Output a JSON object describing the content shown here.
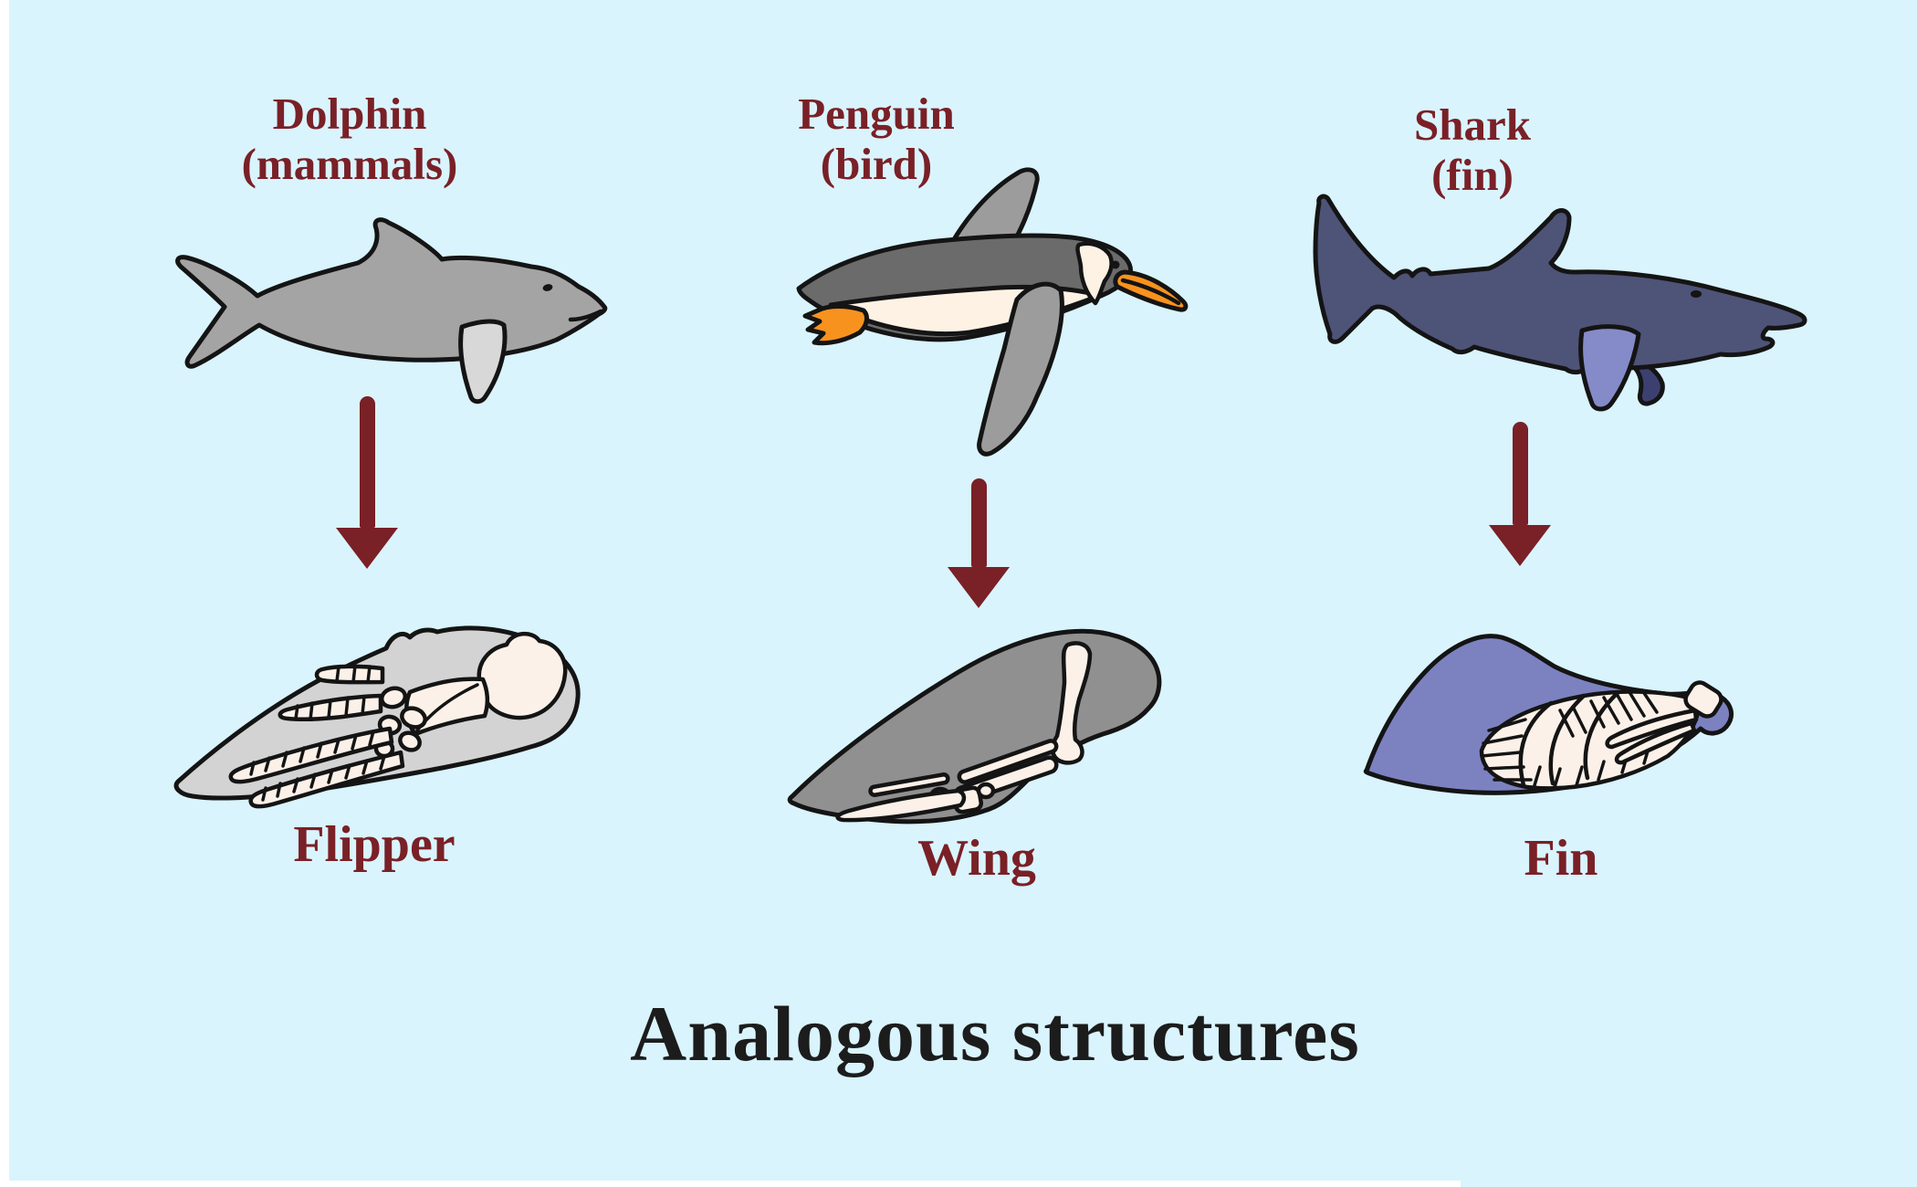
{
  "title": "Analogous structures",
  "columns": [
    {
      "animal_name": "Dolphin",
      "animal_group": "(mammals)",
      "structure_label": "Flipper"
    },
    {
      "animal_name": "Penguin",
      "animal_group": "(bird)",
      "structure_label": "Wing"
    },
    {
      "animal_name": "Shark",
      "animal_group": "(fin)",
      "structure_label": "Fin"
    }
  ],
  "icons": {
    "arrow": "down-arrow"
  },
  "colors": {
    "background": "#d9f4fd",
    "page_margin": "#ffffff",
    "label_maroon": "#7a2027",
    "arrow_maroon": "#7a2027",
    "title_black": "#1c1c1c",
    "outline": "#141414",
    "dolphin_body": "#a4a4a4",
    "dolphin_flipper": "#d8d8d8",
    "penguin_back": "#6b6b6b",
    "penguin_wing": "#9c9c9c",
    "penguin_belly": "#fdf2e4",
    "penguin_orange": "#f8921e",
    "shark_body": "#4e5378",
    "shark_pectoral": "#858bc8",
    "shark_pelvic": "#3c4070",
    "flipper_blob": "#d3d3d3",
    "wing_blob": "#909090",
    "fin_blob": "#7c82c0",
    "bone": "#fcf1e8"
  }
}
